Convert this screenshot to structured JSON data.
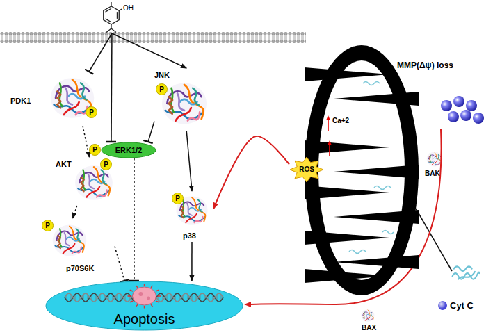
{
  "diagram": {
    "nodes": [
      {
        "text": [
          "OH"
        ]
      },
      {
        "text": [
          "PDK1"
        ]
      },
      {
        "text": [
          "P"
        ],
        "in": 1
      },
      {
        "text": [
          "JNK"
        ]
      },
      {
        "text": [
          "P"
        ],
        "in": 3
      },
      {
        "text": [
          "AKT"
        ]
      },
      {
        "text": [
          "P"
        ],
        "in": 5
      },
      {
        "text": [
          "P"
        ]
      },
      {
        "text": [
          "ERK1/2"
        ]
      },
      {
        "text": [
          "p38"
        ]
      },
      {
        "text": [
          "P"
        ],
        "in": 9
      },
      {
        "text": [
          "p70S6K"
        ]
      },
      {
        "text": [
          "P"
        ],
        "in": 11
      },
      {
        "text": [
          "MMP(Δψ) loss"
        ]
      },
      {
        "text": [
          "ROS"
        ],
        "in": 13
      },
      {
        "text": [
          "Apoptosis"
        ]
      }
    ],
    "edges": [
      {
        "from": 0,
        "to": 1,
        "arrow": "none"
      },
      {
        "from": 0,
        "to": 8,
        "arrow": "none"
      },
      {
        "from": 0,
        "to": 3,
        "arrow": "to"
      },
      {
        "from": 1,
        "to": 5,
        "arrow": "to"
      },
      {
        "from": 5,
        "to": 11,
        "arrow": "to"
      },
      {
        "from": 3,
        "to": 8,
        "arrow": "none"
      },
      {
        "from": 3,
        "to": 9,
        "arrow": "to"
      },
      {
        "from": 11,
        "to": 15,
        "arrow": "none"
      },
      {
        "from": 8,
        "to": 15,
        "arrow": "none"
      },
      {
        "from": 9,
        "to": 15,
        "arrow": "to"
      },
      {
        "from": 14,
        "to": 9,
        "arrow": "to"
      }
    ],
    "labels": [
      "Ca+2",
      "BAK",
      "BAX"
    ],
    "legend": [
      {
        "text": "Cyt C",
        "color": "#4646d8"
      }
    ]
  }
}
